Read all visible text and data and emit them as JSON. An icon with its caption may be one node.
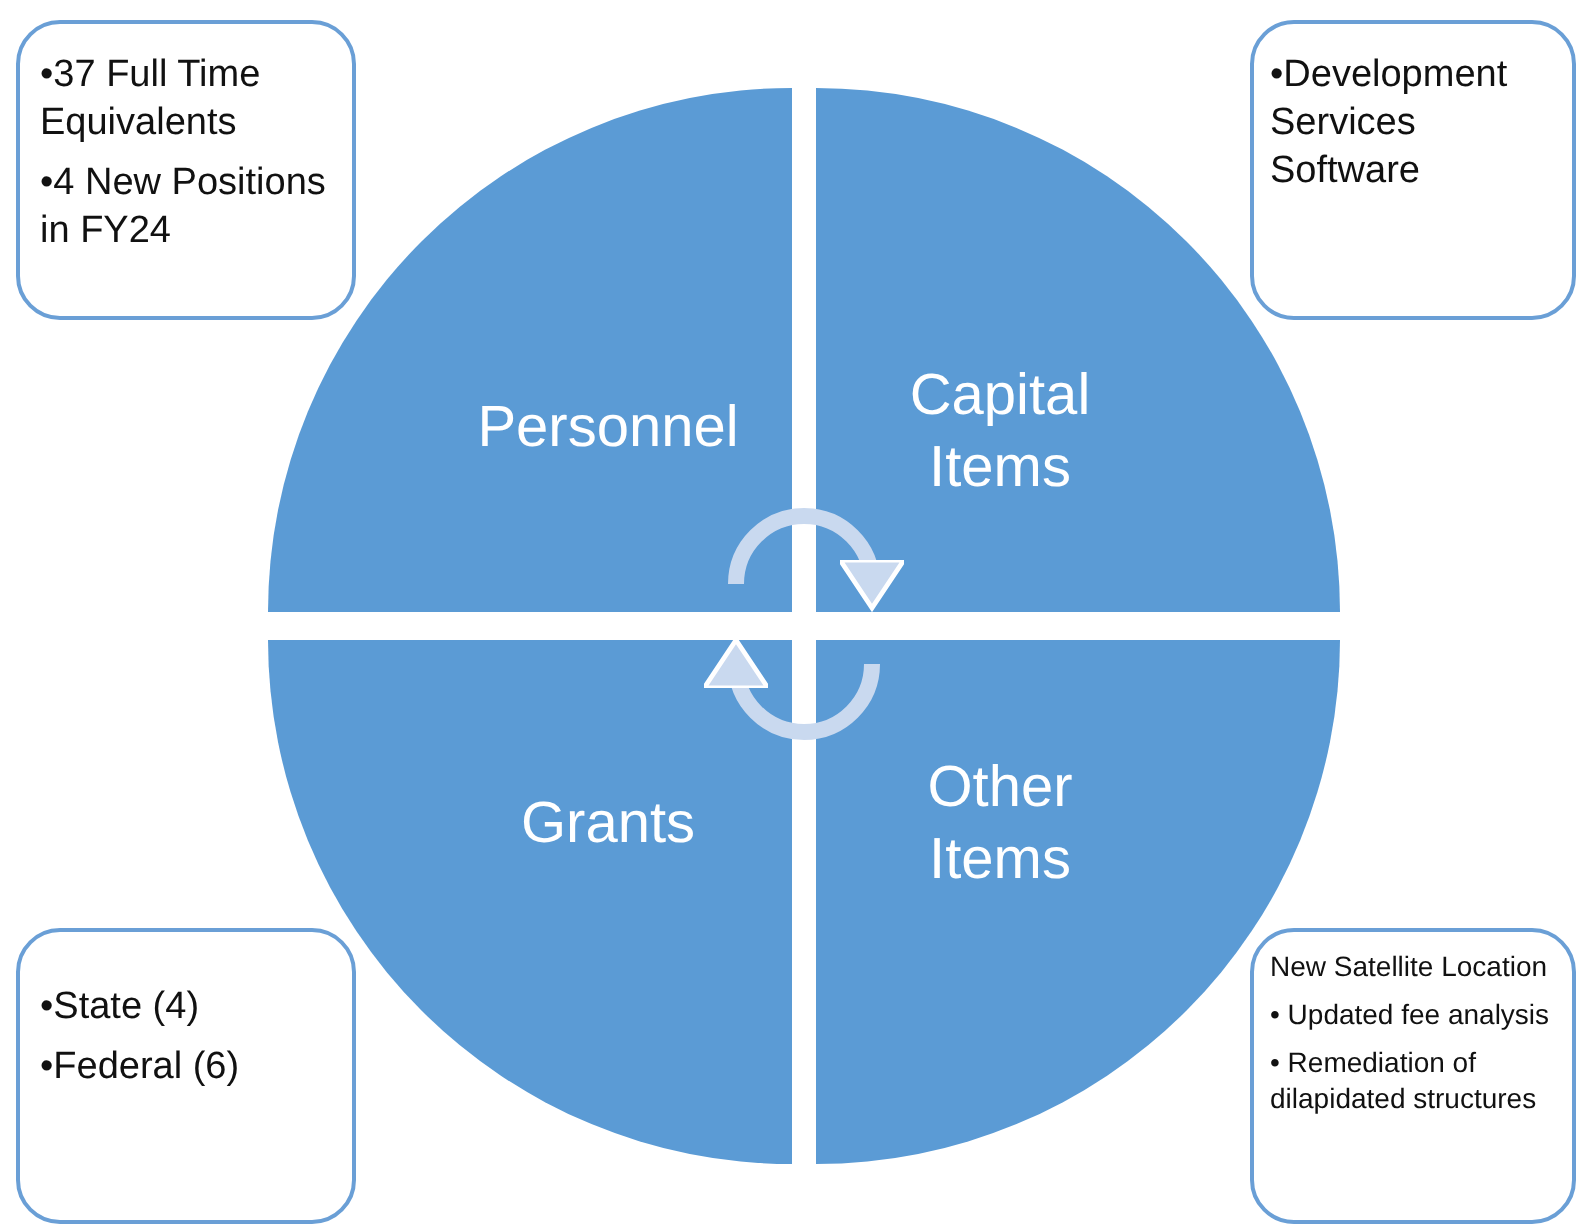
{
  "diagram": {
    "nodes": [
      {
        "text": [
          "•37 Full Time Equivalents",
          "•4 New Positions in FY24"
        ]
      },
      {
        "text": [
          "•Development Services Software"
        ]
      },
      {
        "text": [
          "Personnel"
        ]
      },
      {
        "text": [
          "Capital Items"
        ]
      },
      {
        "text": [
          "Grants"
        ]
      },
      {
        "text": [
          "Other Items"
        ]
      },
      {
        "text": [
          "•State (4)",
          "•Federal (6)"
        ]
      },
      {
        "text": [
          "New Satellite Location",
          "• Updated fee analysis",
          "• Remediation of dilapidated structures"
        ]
      }
    ],
    "edges": [
      {
        "from": 2,
        "to": 3,
        "arrow": "to"
      },
      {
        "from": 5,
        "to": 4,
        "arrow": "to"
      }
    ]
  }
}
